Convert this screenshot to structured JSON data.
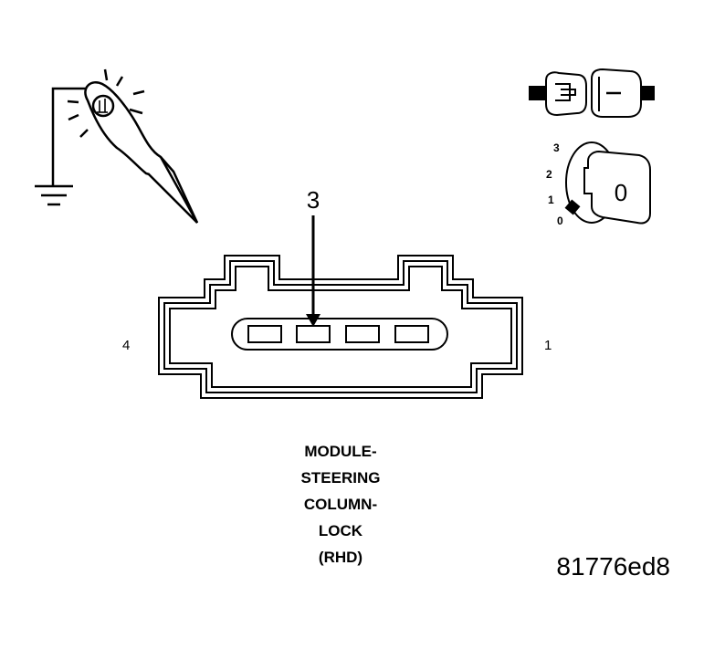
{
  "connector": {
    "pin_callout": "3",
    "left_pin": "4",
    "right_pin": "1"
  },
  "caption_lines": [
    "MODULE-",
    "STEERING",
    "COLUMN-",
    "LOCK",
    "(RHD)"
  ],
  "figure_id": "81776ed8",
  "ignition_key": {
    "positions": [
      "3",
      "2",
      "1",
      "0"
    ],
    "key_label": "0"
  }
}
